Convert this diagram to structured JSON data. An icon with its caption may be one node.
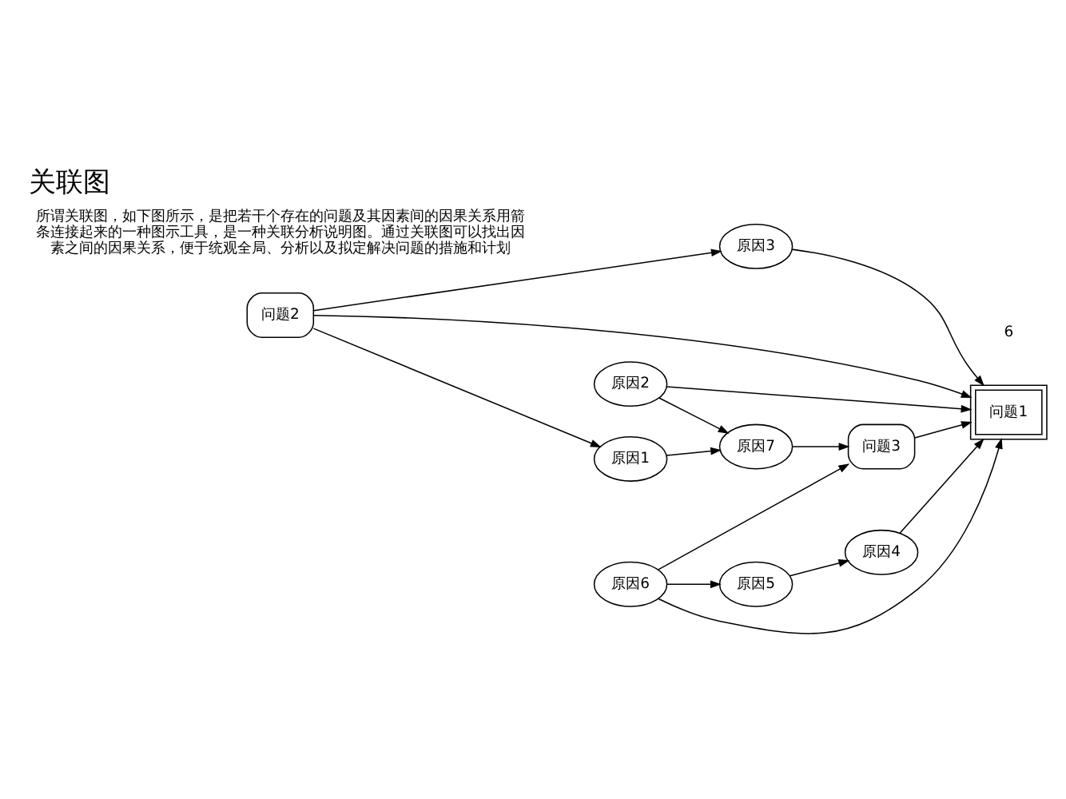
{
  "diagram": {
    "title": "关联图",
    "nodes": [
      {
        "text": [
          "问题2"
        ]
      },
      {
        "text": [
          "原因1"
        ]
      },
      {
        "text": [
          "原因3"
        ]
      },
      {
        "text": [
          "原因7"
        ]
      },
      {
        "text": [
          "原因2"
        ]
      },
      {
        "text": [
          "原因4"
        ]
      },
      {
        "text": [
          "问题1"
        ]
      },
      {
        "text": [
          "问题3"
        ]
      },
      {
        "text": [
          "原因6"
        ]
      },
      {
        "text": [
          "原因5"
        ]
      }
    ],
    "edges": [
      {
        "from": 0,
        "to": 1,
        "arrow": "to"
      },
      {
        "from": 0,
        "to": 2,
        "arrow": "to"
      },
      {
        "from": 0,
        "to": 6,
        "arrow": "to"
      },
      {
        "from": 1,
        "to": 3,
        "arrow": "to"
      },
      {
        "from": 4,
        "to": 3,
        "arrow": "to"
      },
      {
        "from": 4,
        "to": 6,
        "arrow": "to"
      },
      {
        "from": 3,
        "to": 7,
        "arrow": "to"
      },
      {
        "from": 7,
        "to": 6,
        "arrow": "to"
      },
      {
        "from": 8,
        "to": 7,
        "arrow": "to"
      },
      {
        "from": 8,
        "to": 6,
        "arrow": "to"
      },
      {
        "from": 8,
        "to": 9,
        "arrow": "to"
      },
      {
        "from": 9,
        "to": 5,
        "arrow": "to"
      },
      {
        "from": 2,
        "to": 6,
        "arrow": "to"
      },
      {
        "from": 5,
        "to": 6,
        "arrow": "to"
      }
    ],
    "labels": [
      "所谓关联图，如下图所示，是把若干个存在的问题及其因素间的因果关系用箭条连接起来的一种图示工具，是一种关联分析说明图。通过关联图可以找出因素之间的因果关系，便于统观全局、分析以及拟定解决问题的措施和计划",
      "6"
    ]
  }
}
